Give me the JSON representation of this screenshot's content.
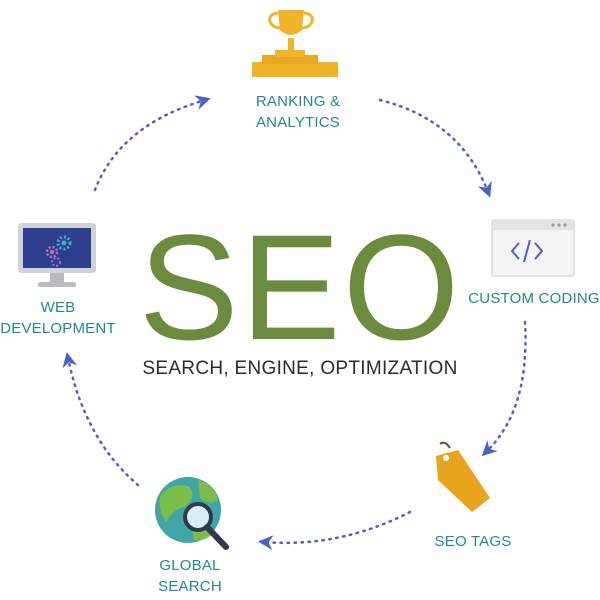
{
  "title": "SEO",
  "subtitle": "SEARCH, ENGINE, OPTIMIZATION",
  "nodes": {
    "ranking": {
      "line1": "RANKING &",
      "line2": "ANALYTICS",
      "icon": "trophy-icon"
    },
    "coding": {
      "line1": "CUSTOM CODING",
      "icon": "code-window-icon"
    },
    "tags": {
      "line1": "SEO TAGS",
      "icon": "price-tag-icon"
    },
    "global": {
      "line1": "GLOBAL",
      "line2": "SEARCH",
      "icon": "globe-magnifier-icon"
    },
    "web": {
      "line1": "WEB",
      "line2": "DEVELOPMENT",
      "icon": "monitor-gears-icon"
    }
  },
  "colors": {
    "title": "#6b8c3e",
    "label": "#1f8a8a",
    "arrow": "#4e5fc9",
    "trophy": "#f0b428",
    "tag": "#e8a41c",
    "monitor_screen": "#2d3e8f"
  }
}
